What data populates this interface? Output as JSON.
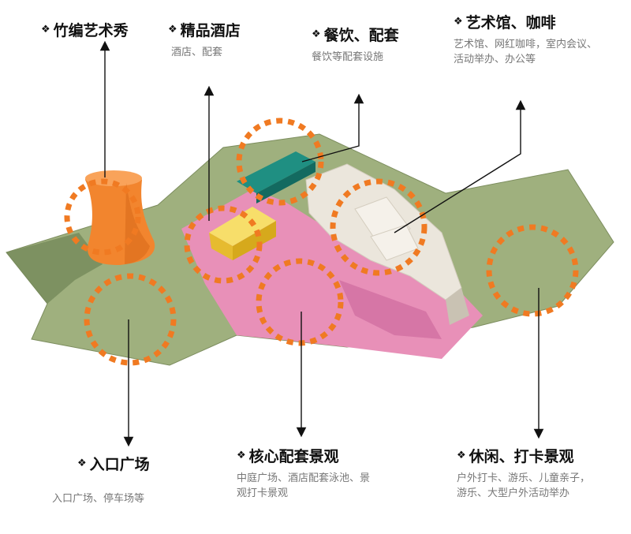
{
  "labels": {
    "bamboo": {
      "title": "竹编艺术秀",
      "desc": ""
    },
    "hotel": {
      "title": "精品酒店",
      "desc": "酒店、配套"
    },
    "dining": {
      "title": "餐饮、配套",
      "desc": "餐饮等配套设施"
    },
    "art": {
      "title": "艺术馆、咖啡",
      "desc": "艺术馆、网红咖啡，室内会议、活动举办、办公等"
    },
    "entrance": {
      "title": "入口广场",
      "desc": "入口广场、停车场等"
    },
    "core": {
      "title": "核心配套景观",
      "desc": "中庭广场、酒店配套泳池、景观打卡景观"
    },
    "leisure": {
      "title": "休闲、打卡景观",
      "desc": "户外打卡、游乐、儿童亲子，游乐、大型户外活动举办"
    }
  },
  "icons": {
    "bullet": "❖"
  },
  "colors": {
    "ground_green": "#9fb07e",
    "ground_pink": "#e890b8",
    "highlight": "#f07a22",
    "tower": "#f2852e",
    "hotel_block": "#f3d24a",
    "dining_block": "#1f8f82",
    "building": "#ebe6dc"
  }
}
